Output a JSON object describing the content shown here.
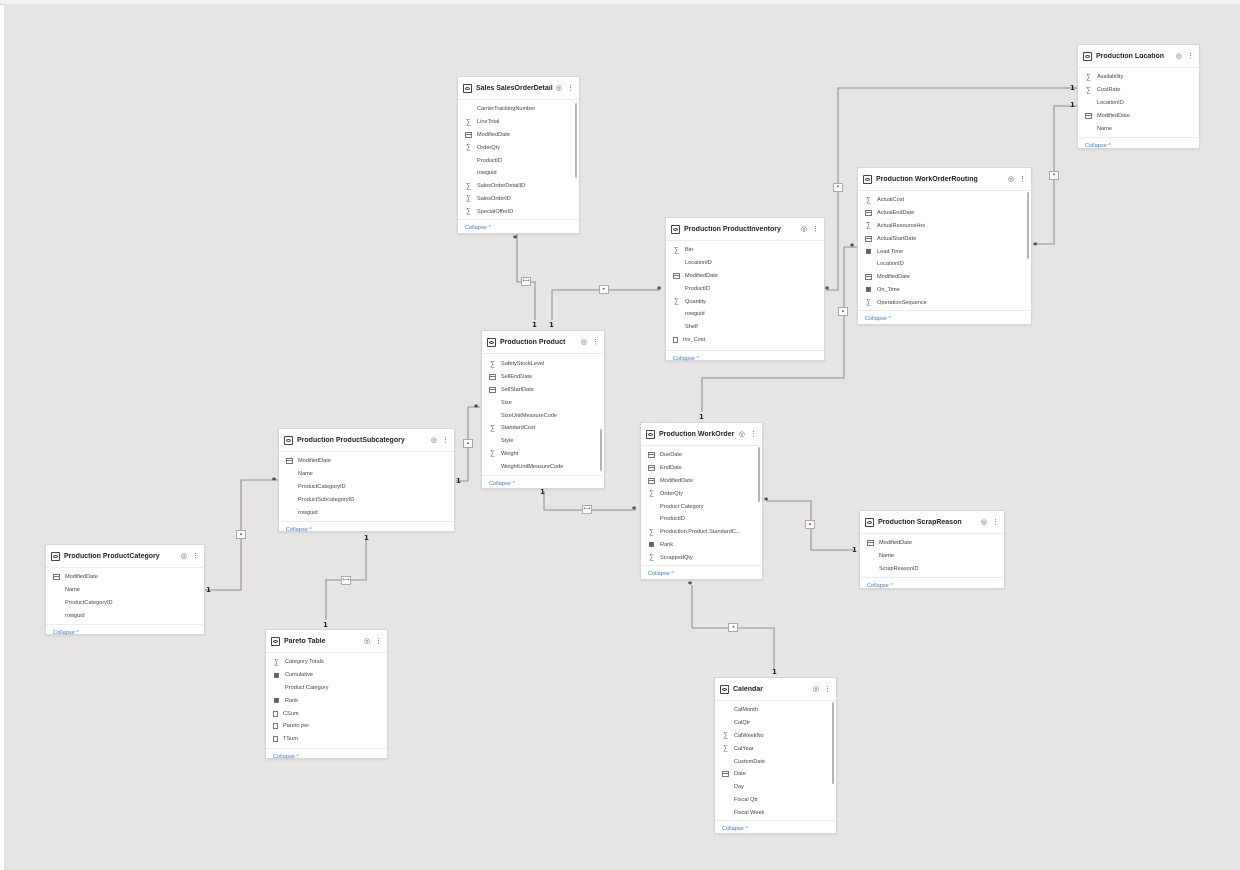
{
  "ui": {
    "collapse_label": "Collapse ^",
    "eye_glyph": "◎",
    "more_glyph": "⋮",
    "one": "1",
    "many": "*"
  },
  "tables": {
    "sales_order_detail": {
      "title": "Sales SalesOrderDetail",
      "fields": [
        {
          "name": "CarrierTrackingNumber",
          "icon": "none"
        },
        {
          "name": "LineTotal",
          "icon": "sigma-icon"
        },
        {
          "name": "ModifiedDate",
          "icon": "calendar-icon"
        },
        {
          "name": "OrderQty",
          "icon": "sigma-icon"
        },
        {
          "name": "ProductID",
          "icon": "none"
        },
        {
          "name": "rowguid",
          "icon": "none"
        },
        {
          "name": "SalesOrderDetailID",
          "icon": "sigma-icon"
        },
        {
          "name": "SalesOrderID",
          "icon": "sigma-icon"
        },
        {
          "name": "SpecialOfferID",
          "icon": "sigma-icon"
        }
      ]
    },
    "product_inventory": {
      "title": "Production ProductInventory",
      "fields": [
        {
          "name": "Bin",
          "icon": "sigma-icon"
        },
        {
          "name": "LocationID",
          "icon": "none"
        },
        {
          "name": "ModifiedDate",
          "icon": "calendar-icon"
        },
        {
          "name": "ProductID",
          "icon": "none"
        },
        {
          "name": "Quantity",
          "icon": "sigma-icon"
        },
        {
          "name": "rowguid",
          "icon": "none"
        },
        {
          "name": "Shelf",
          "icon": "none"
        },
        {
          "name": "Inv_Cost",
          "icon": "calculator-icon"
        }
      ]
    },
    "product": {
      "title": "Production Product",
      "fields": [
        {
          "name": "SafetyStockLevel",
          "icon": "sigma-icon"
        },
        {
          "name": "SellEndDate",
          "icon": "calendar-icon"
        },
        {
          "name": "SellStartDate",
          "icon": "calendar-icon"
        },
        {
          "name": "Size",
          "icon": "none"
        },
        {
          "name": "SizeUnitMeasureCode",
          "icon": "none"
        },
        {
          "name": "StandardCost",
          "icon": "sigma-icon"
        },
        {
          "name": "Style",
          "icon": "none"
        },
        {
          "name": "Weight",
          "icon": "sigma-icon"
        },
        {
          "name": "WeightUnitMeasureCode",
          "icon": "none"
        }
      ]
    },
    "product_subcategory": {
      "title": "Production ProductSubcategory",
      "fields": [
        {
          "name": "ModifiedDate",
          "icon": "calendar-icon"
        },
        {
          "name": "Name",
          "icon": "none"
        },
        {
          "name": "ProductCategoryID",
          "icon": "none"
        },
        {
          "name": "ProductSubcategoryID",
          "icon": "none"
        },
        {
          "name": "rowguid",
          "icon": "none"
        }
      ]
    },
    "product_category": {
      "title": "Production ProductCategory",
      "fields": [
        {
          "name": "ModifiedDate",
          "icon": "calendar-icon"
        },
        {
          "name": "Name",
          "icon": "none"
        },
        {
          "name": "ProductCategoryID",
          "icon": "none"
        },
        {
          "name": "rowguid",
          "icon": "none"
        }
      ]
    },
    "pareto": {
      "title": "Pareto Table",
      "fields": [
        {
          "name": "Category Totals",
          "icon": "sigma-icon"
        },
        {
          "name": "Cumulative",
          "icon": "table-column-icon"
        },
        {
          "name": "Product Category",
          "icon": "none"
        },
        {
          "name": "Rank",
          "icon": "table-column-icon"
        },
        {
          "name": "CSum",
          "icon": "calculator-icon"
        },
        {
          "name": "Pareto per",
          "icon": "calculator-icon"
        },
        {
          "name": "TSum",
          "icon": "calculator-icon"
        }
      ]
    },
    "work_order": {
      "title": "Production WorkOrder",
      "fields": [
        {
          "name": "DueDate",
          "icon": "calendar-icon"
        },
        {
          "name": "EndDate",
          "icon": "calendar-icon"
        },
        {
          "name": "ModifiedDate",
          "icon": "calendar-icon"
        },
        {
          "name": "OrderQty",
          "icon": "sigma-icon"
        },
        {
          "name": "Product Category",
          "icon": "none"
        },
        {
          "name": "ProductID",
          "icon": "none"
        },
        {
          "name": "Production.Product.StandardC...",
          "icon": "sigma-icon"
        },
        {
          "name": "Rank",
          "icon": "table-column-icon"
        },
        {
          "name": "ScrappedQty",
          "icon": "sigma-icon"
        }
      ]
    },
    "work_order_routing": {
      "title": "Production WorkOrderRouting",
      "fields": [
        {
          "name": "ActualCost",
          "icon": "sigma-icon"
        },
        {
          "name": "ActualEndDate",
          "icon": "calendar-icon"
        },
        {
          "name": "ActualResourceHrs",
          "icon": "sigma-icon"
        },
        {
          "name": "ActualStartDate",
          "icon": "calendar-icon"
        },
        {
          "name": "Lead Time",
          "icon": "table-column-icon"
        },
        {
          "name": "LocationID",
          "icon": "none"
        },
        {
          "name": "ModifiedDate",
          "icon": "calendar-icon"
        },
        {
          "name": "On_Time",
          "icon": "table-column-icon"
        },
        {
          "name": "OperationSequence",
          "icon": "sigma-icon"
        }
      ]
    },
    "location": {
      "title": "Production Location",
      "fields": [
        {
          "name": "Availability",
          "icon": "sigma-icon"
        },
        {
          "name": "CostRate",
          "icon": "sigma-icon"
        },
        {
          "name": "LocationID",
          "icon": "none"
        },
        {
          "name": "ModifiedDate",
          "icon": "calendar-icon"
        },
        {
          "name": "Name",
          "icon": "none"
        }
      ]
    },
    "scrap_reason": {
      "title": "Production ScrapReason",
      "fields": [
        {
          "name": "ModifiedDate",
          "icon": "calendar-icon"
        },
        {
          "name": "Name",
          "icon": "none"
        },
        {
          "name": "ScrapReasonID",
          "icon": "none"
        }
      ]
    },
    "calendar": {
      "title": "Calendar",
      "fields": [
        {
          "name": "CalMonth",
          "icon": "none"
        },
        {
          "name": "CalQtr",
          "icon": "none"
        },
        {
          "name": "CalWeekNo",
          "icon": "sigma-icon"
        },
        {
          "name": "CalYear",
          "icon": "sigma-icon"
        },
        {
          "name": "CustomDate",
          "icon": "none"
        },
        {
          "name": "Date",
          "icon": "calendar-icon"
        },
        {
          "name": "Day",
          "icon": "none"
        },
        {
          "name": "Fiscal Qtr",
          "icon": "none"
        },
        {
          "name": "Fiscal Week",
          "icon": "none"
        }
      ]
    }
  }
}
